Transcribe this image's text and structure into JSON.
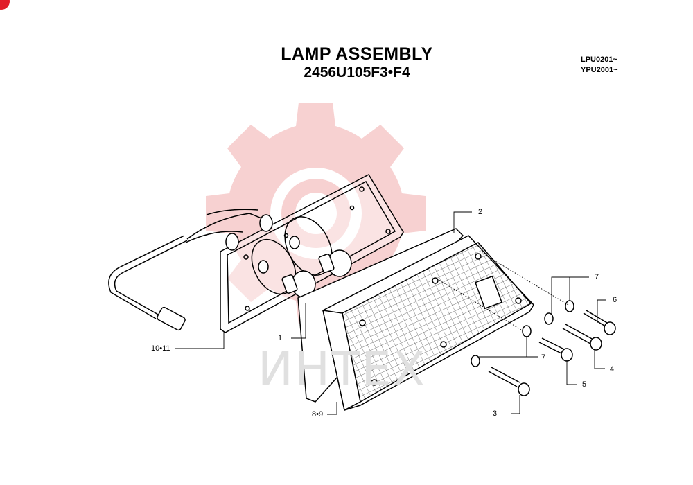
{
  "title": "LAMP ASSEMBLY",
  "subtitle": "2456U105F3•F4",
  "serials": [
    "LPU0201~",
    "YPU2001~"
  ],
  "watermark": {
    "text": "ИНТЕХ",
    "gear_color": "#f4c4c4",
    "text_color": "#e0e0e0"
  },
  "accent_color": "#e11d2a",
  "callouts": [
    {
      "label": "1"
    },
    {
      "label": "2"
    },
    {
      "label": "3"
    },
    {
      "label": "4"
    },
    {
      "label": "5"
    },
    {
      "label": "6"
    },
    {
      "label": "7"
    },
    {
      "label": "7"
    },
    {
      "label": "8•9"
    },
    {
      "label": "10•11"
    }
  ]
}
